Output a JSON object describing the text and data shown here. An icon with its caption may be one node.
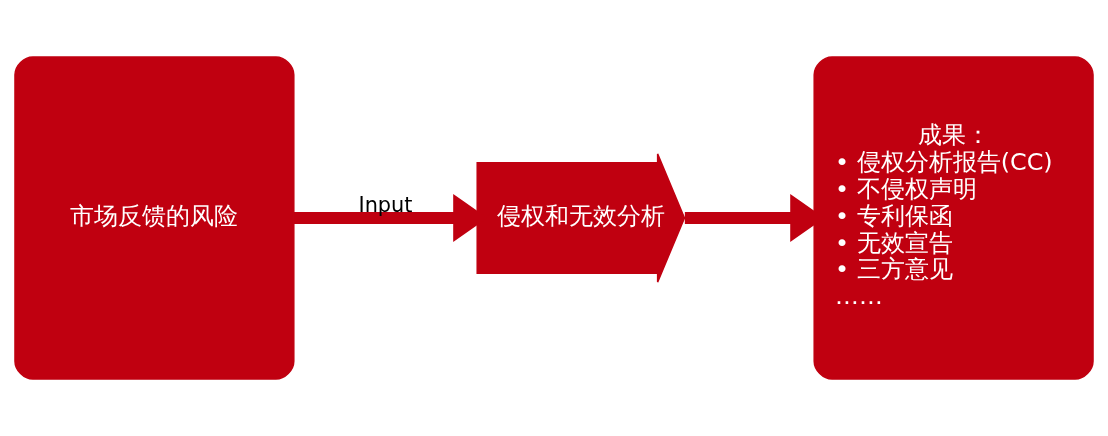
{
  "diagram": {
    "nodes": [
      {
        "text": [
          "市场反馈的风险"
        ]
      },
      {
        "text": [
          "侵权和无效分析"
        ]
      },
      {
        "text": [
          "成果：",
          "• 侵权分析报告(CC)",
          "• 不侵权声明",
          "• 专利保函",
          "• 无效宣告",
          "• 三方意见",
          "……"
        ]
      }
    ],
    "edges": [
      {
        "from": 0,
        "to": 1,
        "arrow": "to",
        "label": "Input"
      },
      {
        "from": 1,
        "to": 2,
        "arrow": "to"
      }
    ]
  }
}
